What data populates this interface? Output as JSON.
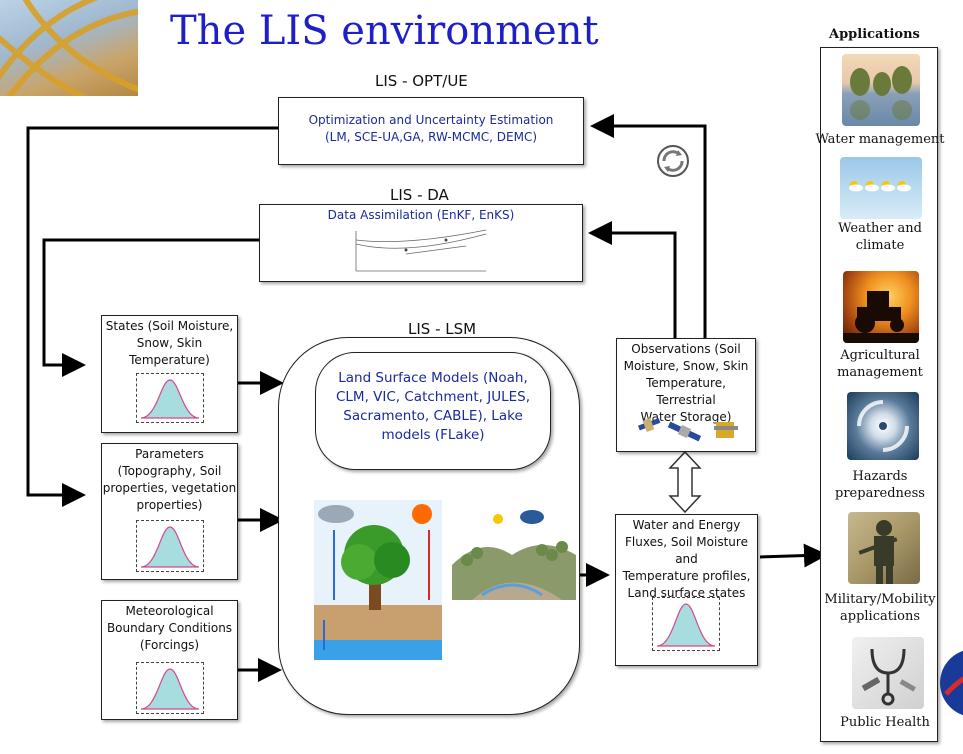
{
  "title": "The LIS environment",
  "opt": {
    "header": "LIS - OPT/UE",
    "line1": "Optimization and Uncertainty Estimation",
    "line2": "(LM, SCE-UA,GA, RW-MCMC, DEMC)"
  },
  "da": {
    "header": "LIS - DA",
    "line1": "Data Assimilation  (EnKF, EnKS)"
  },
  "lsm": {
    "header": "LIS - LSM",
    "models_lines": [
      "Land Surface Models (Noah,",
      "CLM, VIC, Catchment, JULES,",
      "Sacramento, CABLE), Lake",
      "models (FLake)"
    ]
  },
  "inputs": {
    "states": [
      "States (Soil Moisture,",
      "Snow, Skin",
      "Temperature)"
    ],
    "parameters": [
      "Parameters",
      "(Topography, Soil",
      "properties, vegetation",
      "properties)"
    ],
    "forcings": [
      "Meteorological",
      "Boundary Conditions",
      "(Forcings)"
    ]
  },
  "observations": [
    "Observations (Soil",
    "Moisture, Snow, Skin",
    "Temperature, Terrestrial",
    "Water Storage)"
  ],
  "fluxes": [
    "Water and Energy",
    "Fluxes, Soil Moisture and",
    "Temperature profiles,",
    "Land surface states"
  ],
  "applications": {
    "header": "Applications",
    "items": [
      {
        "label": [
          "Water management"
        ],
        "icon": "lake-trees-photo"
      },
      {
        "label": [
          "Weather and",
          "climate"
        ],
        "icon": "weather-forecast-icons"
      },
      {
        "label": [
          "Agricultural",
          "management"
        ],
        "icon": "tractor-sunset-photo"
      },
      {
        "label": [
          "Hazards",
          "preparedness"
        ],
        "icon": "hurricane-satellite-photo"
      },
      {
        "label": [
          "Military/Mobility",
          "applications"
        ],
        "icon": "soldier-photo"
      },
      {
        "label": [
          "Public Health"
        ],
        "icon": "medical-tools-photo"
      }
    ]
  },
  "colors": {
    "title": "#1f1fc8",
    "model_text": "#1a2a9a",
    "curve_fill": "#a8dde0",
    "curve_line": "#d04a8a"
  }
}
